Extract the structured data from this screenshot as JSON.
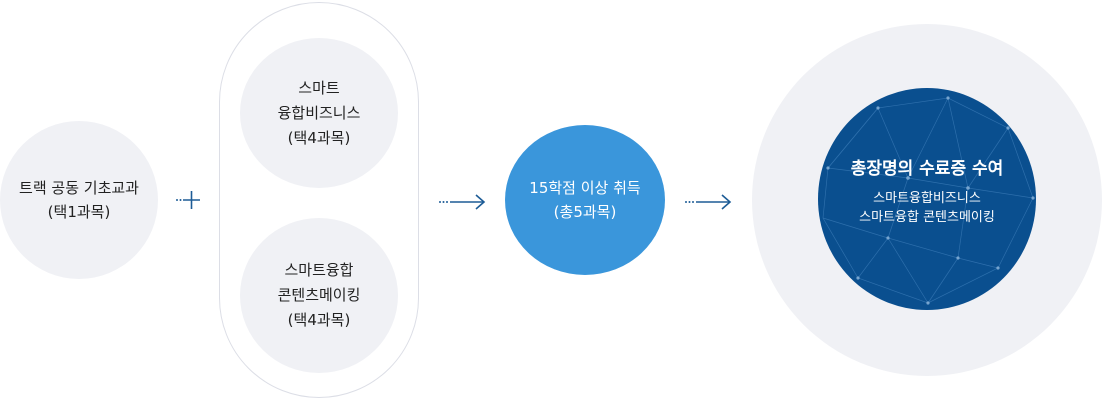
{
  "basic": {
    "line1": "트랙 공동 기초교과",
    "line2": "(택1과목)"
  },
  "smart_biz": {
    "line1": "스마트",
    "line2": "융합비즈니스",
    "line3": "(택4과목)"
  },
  "smart_contents": {
    "line1": "스마트융합",
    "line2": "콘텐츠메이킹",
    "line3": "(택4과목)"
  },
  "credit": {
    "line1": "15학점 이상 취득",
    "line2": "(총5과목)"
  },
  "certificate": {
    "title": "총장명의 수료증 수여",
    "programs": [
      "스마트융합비즈니스",
      "스마트융합 콘텐츠메이킹"
    ]
  },
  "colors": {
    "accent_blue": "#3a96db",
    "dark_blue": "#0a4f8f",
    "arrow_blue": "#1d5c96",
    "light_gray": "#f0f1f5"
  },
  "icons": {
    "plus": "plus-icon",
    "arrow": "dotted-arrow-icon"
  }
}
